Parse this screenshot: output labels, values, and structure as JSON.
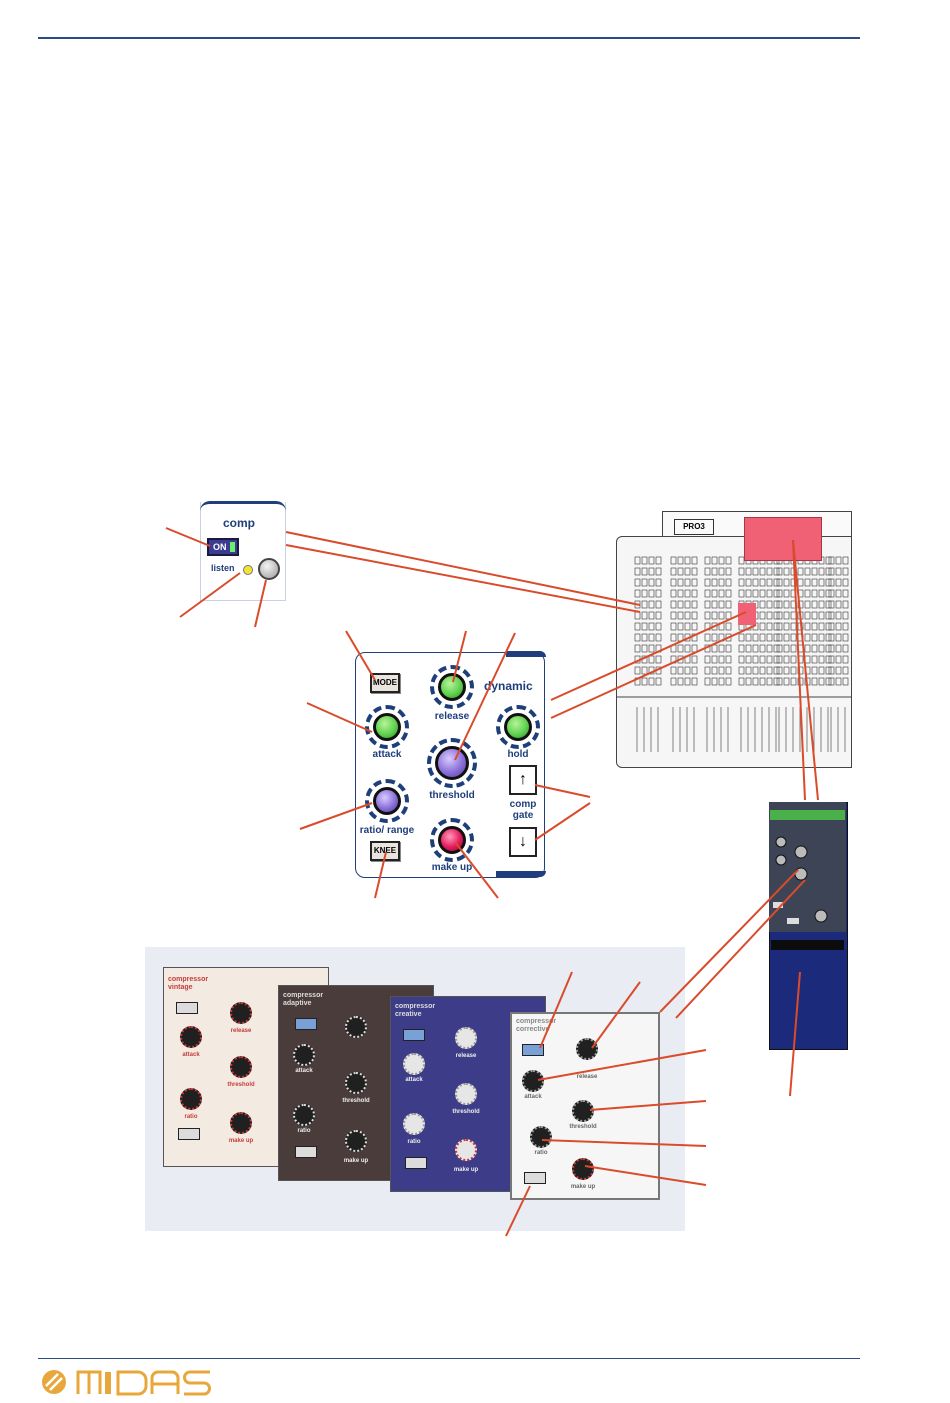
{
  "comp_panel": {
    "title": "comp",
    "on_label": "ON",
    "listen_label": "listen"
  },
  "dynamics_panel": {
    "title": "dynamic",
    "mode_label": "MODE",
    "knee_label": "KNEE",
    "knobs": {
      "attack": "attack",
      "release": "release",
      "threshold": "threshold",
      "hold": "hold",
      "ratio_range": "ratio/ range",
      "make_up": "make up"
    },
    "comp_gate_line1": "comp",
    "comp_gate_line2": "gate",
    "up_arrow": "↑",
    "down_arrow": "↓"
  },
  "console": {
    "logo_text": "PRO3"
  },
  "compressor_cards": [
    {
      "title_line1": "compressor",
      "title_line2": "vintage"
    },
    {
      "title_line1": "compressor",
      "title_line2": "adaptive"
    },
    {
      "title_line1": "compressor",
      "title_line2": "creative"
    },
    {
      "title_line1": "compressor",
      "title_line2": "corrective"
    }
  ],
  "card_labels": {
    "attack": "attack",
    "release": "release",
    "threshold": "threshold",
    "ratio": "ratio",
    "make_up": "make up"
  },
  "footer": {
    "logo_text": "MIDAS"
  },
  "colors": {
    "rule": "#2c4a86",
    "callout_line": "#d94b2b",
    "highlight": "#f06176",
    "logo": "#e8a73a",
    "knob_green": "#5fd24f",
    "knob_purple": "#8a6fd8",
    "knob_red": "#e3185e"
  }
}
